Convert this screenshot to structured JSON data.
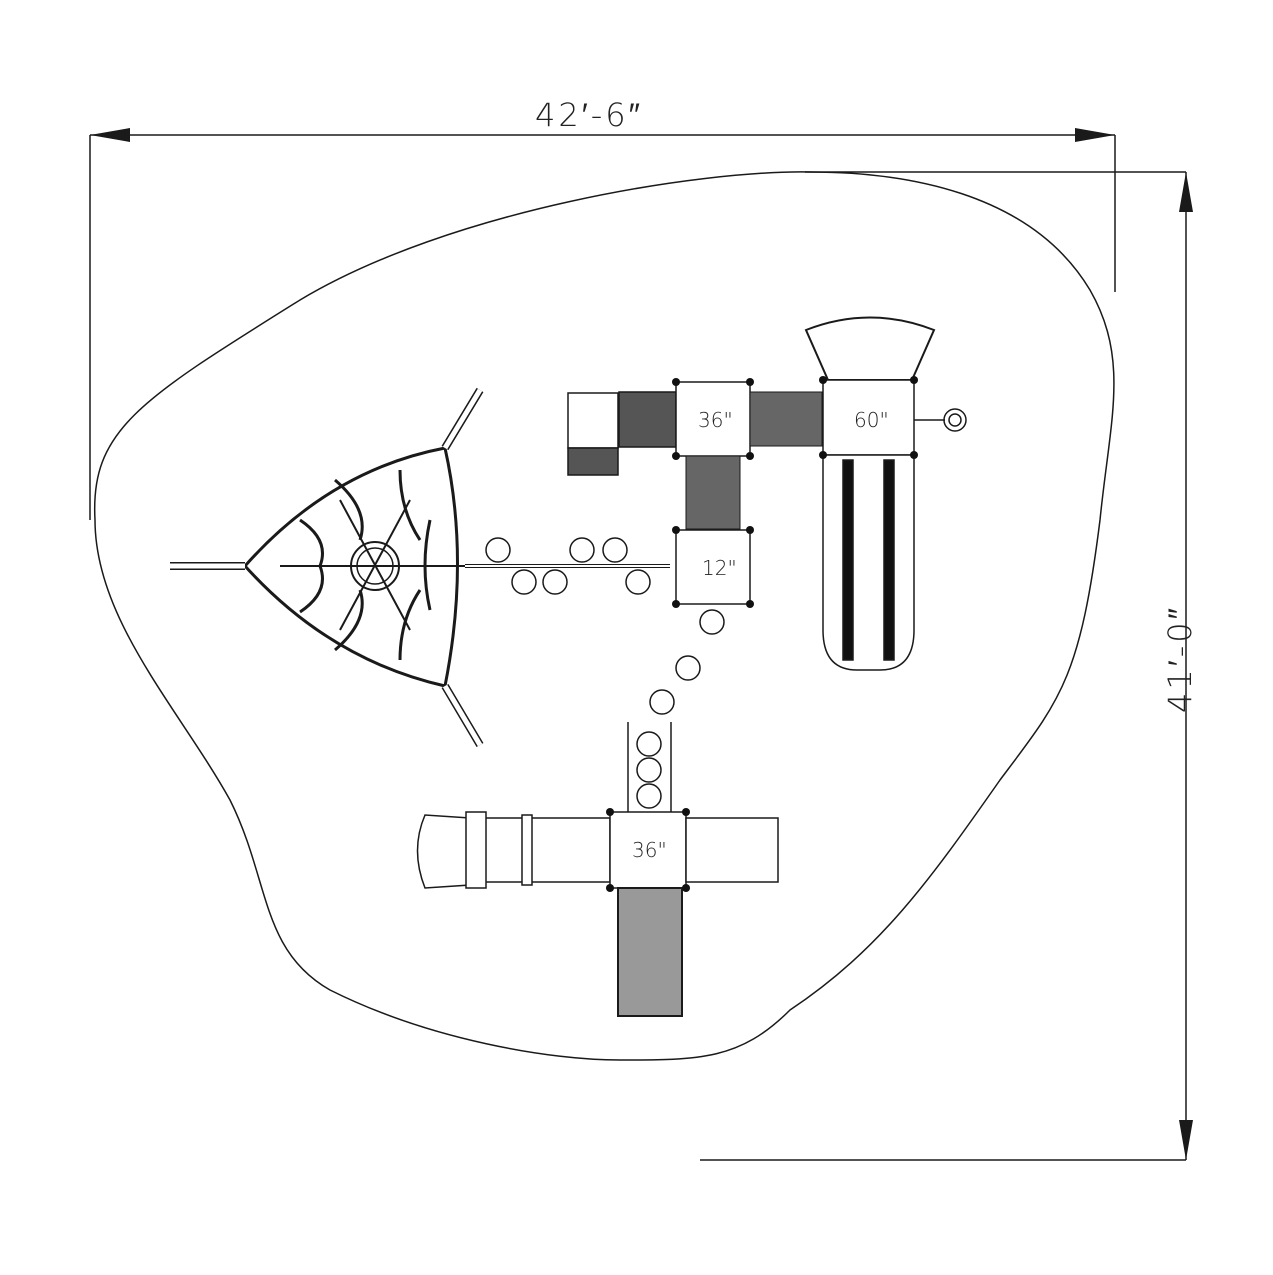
{
  "diagram": {
    "type": "playground-plan-view",
    "colors": {
      "line": "#1a1a1a",
      "background": "#ffffff"
    },
    "dimensions": {
      "width_label": "42′-6″",
      "height_label": "41′-0″"
    },
    "decks": [
      {
        "id": "deck-top-left",
        "label": "36\""
      },
      {
        "id": "deck-top-right",
        "label": "60\""
      },
      {
        "id": "deck-middle",
        "label": "12\""
      },
      {
        "id": "deck-bottom",
        "label": "36\""
      }
    ],
    "components": [
      "spider-web-net-climber",
      "panel-roofs",
      "rock-wall-roof",
      "double-wave-slide",
      "steering-wheel",
      "stepping-pods",
      "tube-slide",
      "rock-climbing-wall",
      "block-climber",
      "pod-ladder"
    ]
  }
}
